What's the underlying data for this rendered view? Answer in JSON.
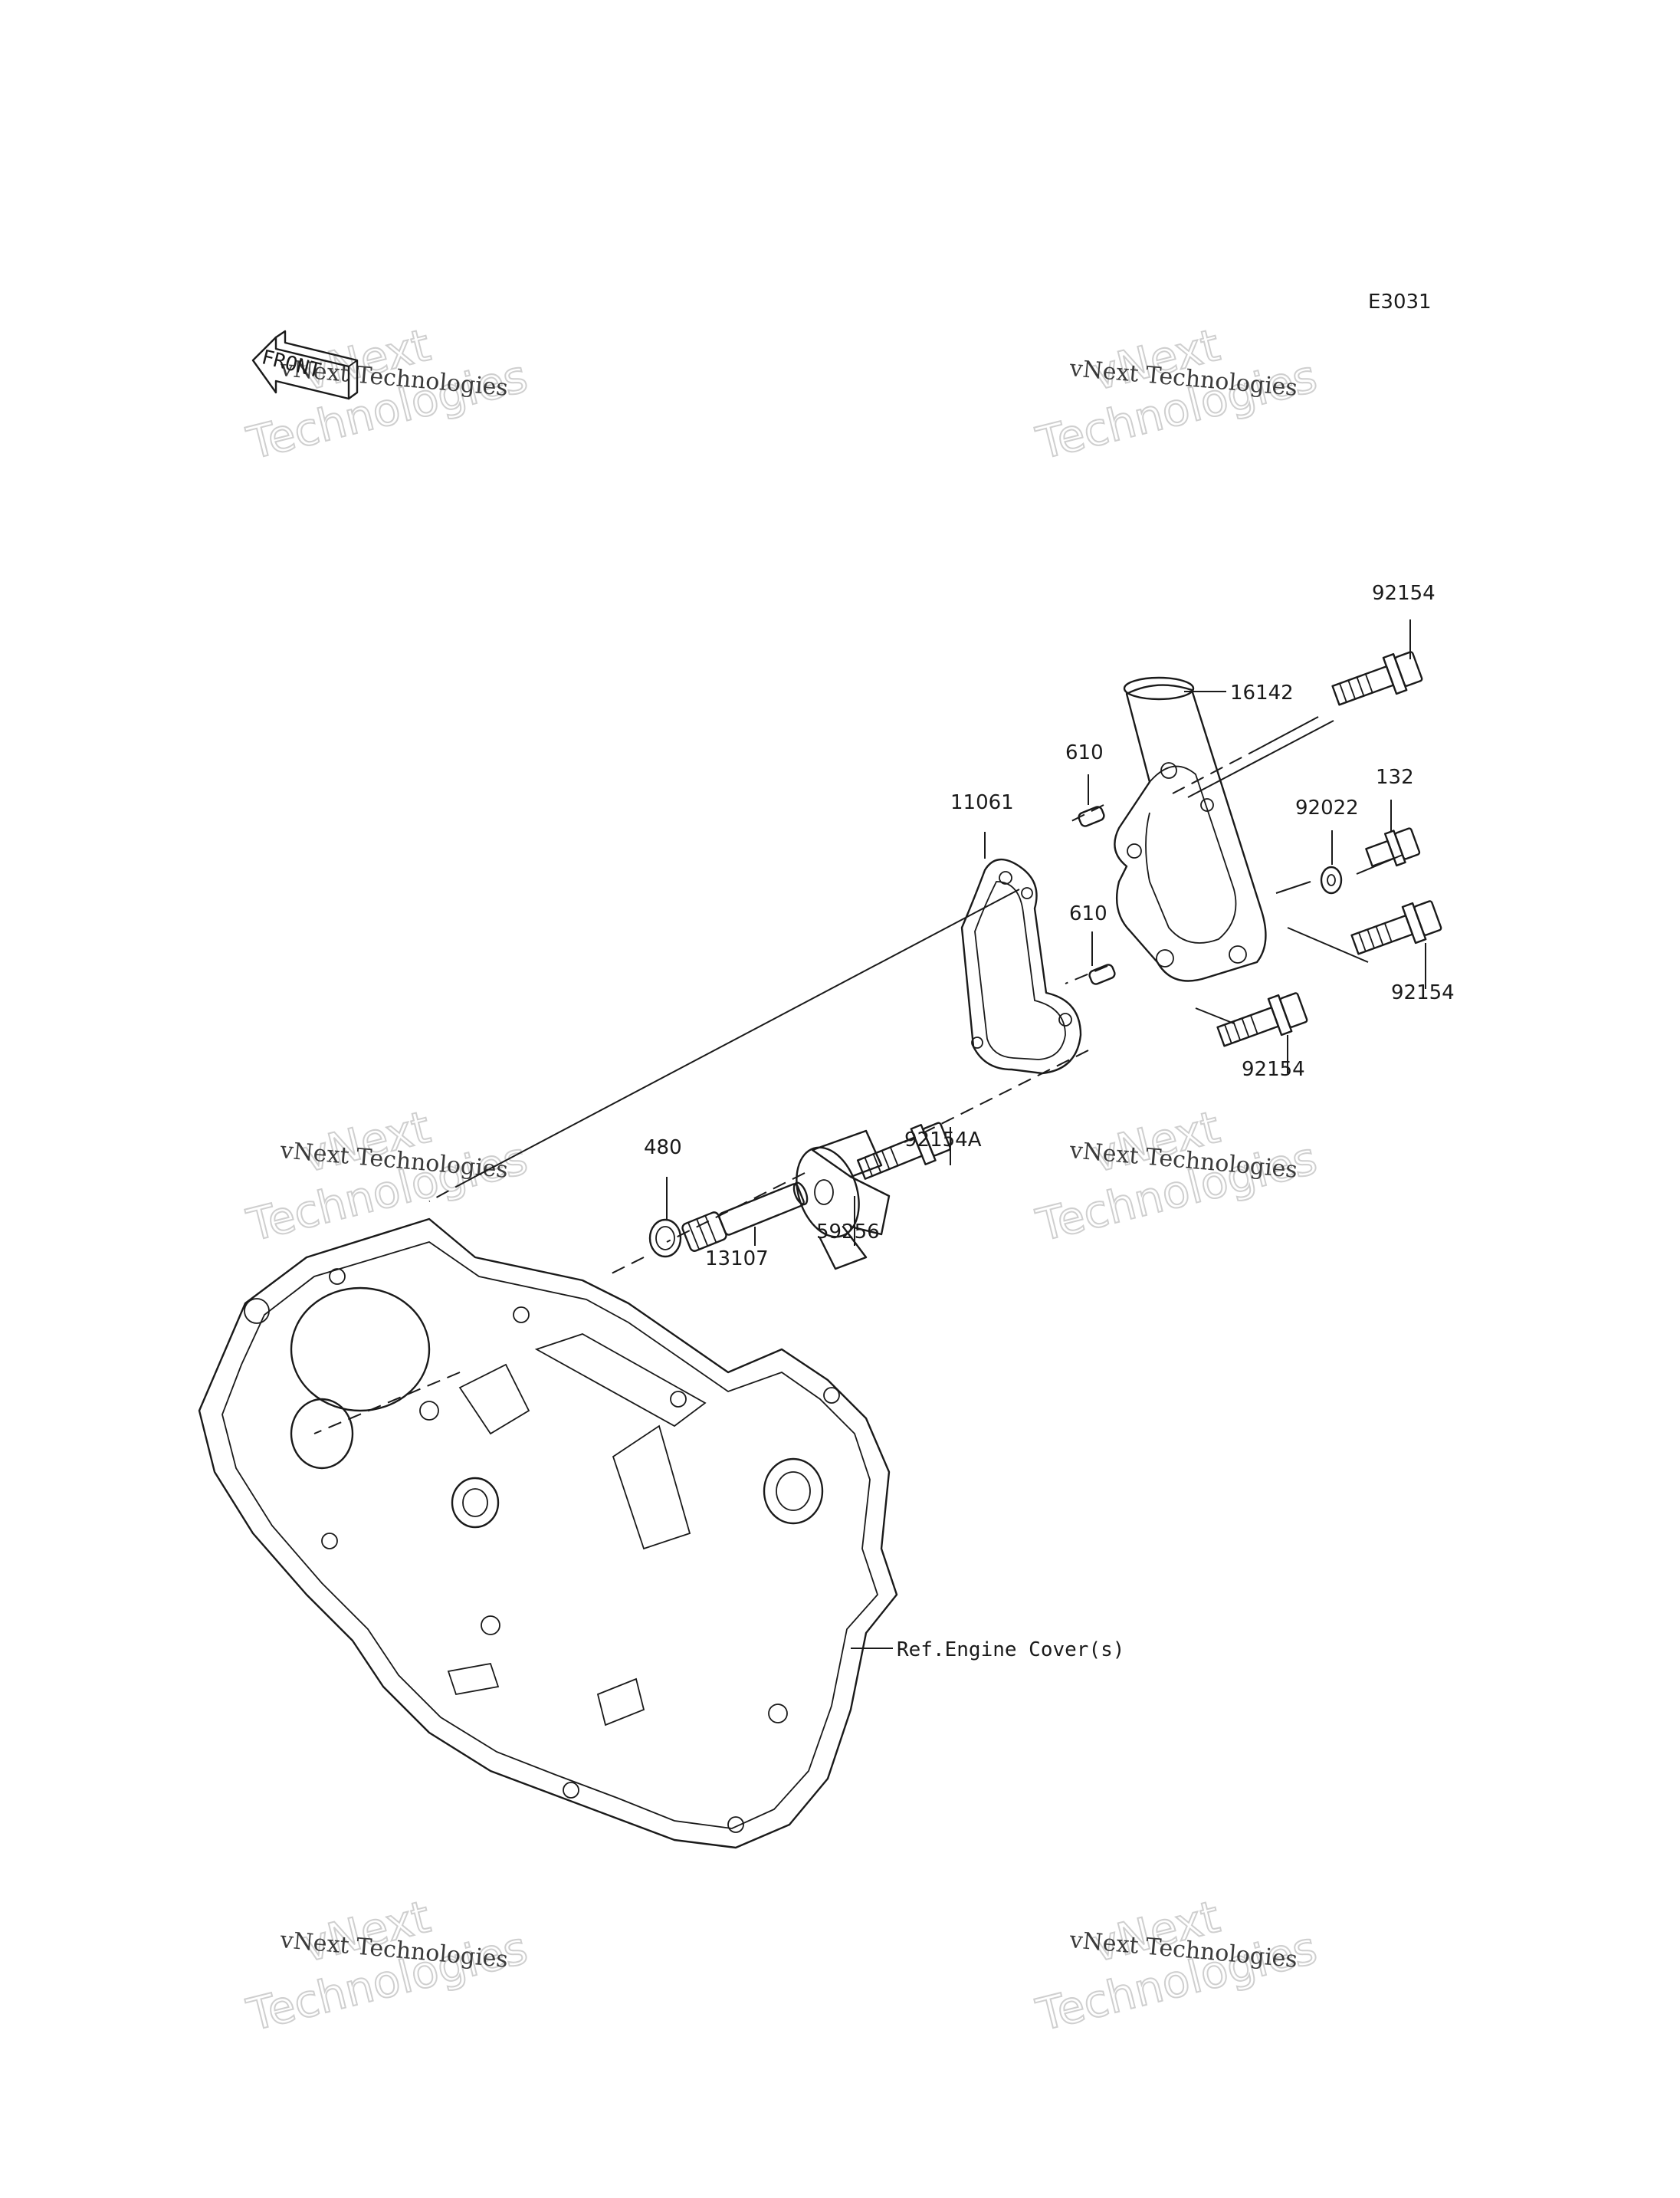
{
  "diagram": {
    "code": "E3031",
    "front_label": "FRONT",
    "reference_label": "Ref.Engine Cover(s)",
    "parts": [
      {
        "id": "92154",
        "label": "92154"
      },
      {
        "id": "16142",
        "label": "16142"
      },
      {
        "id": "610a",
        "label": "610"
      },
      {
        "id": "132",
        "label": "132"
      },
      {
        "id": "92022",
        "label": "92022"
      },
      {
        "id": "11061",
        "label": "11061"
      },
      {
        "id": "610b",
        "label": "610"
      },
      {
        "id": "92154b",
        "label": "92154"
      },
      {
        "id": "92154c",
        "label": "92154"
      },
      {
        "id": "92154A",
        "label": "92154A"
      },
      {
        "id": "480",
        "label": "480"
      },
      {
        "id": "13107",
        "label": "13107"
      },
      {
        "id": "59256",
        "label": "59256"
      }
    ]
  },
  "watermarks": {
    "line1": "vNext",
    "line2": "Technologies",
    "caption": "vNext Technologies"
  }
}
